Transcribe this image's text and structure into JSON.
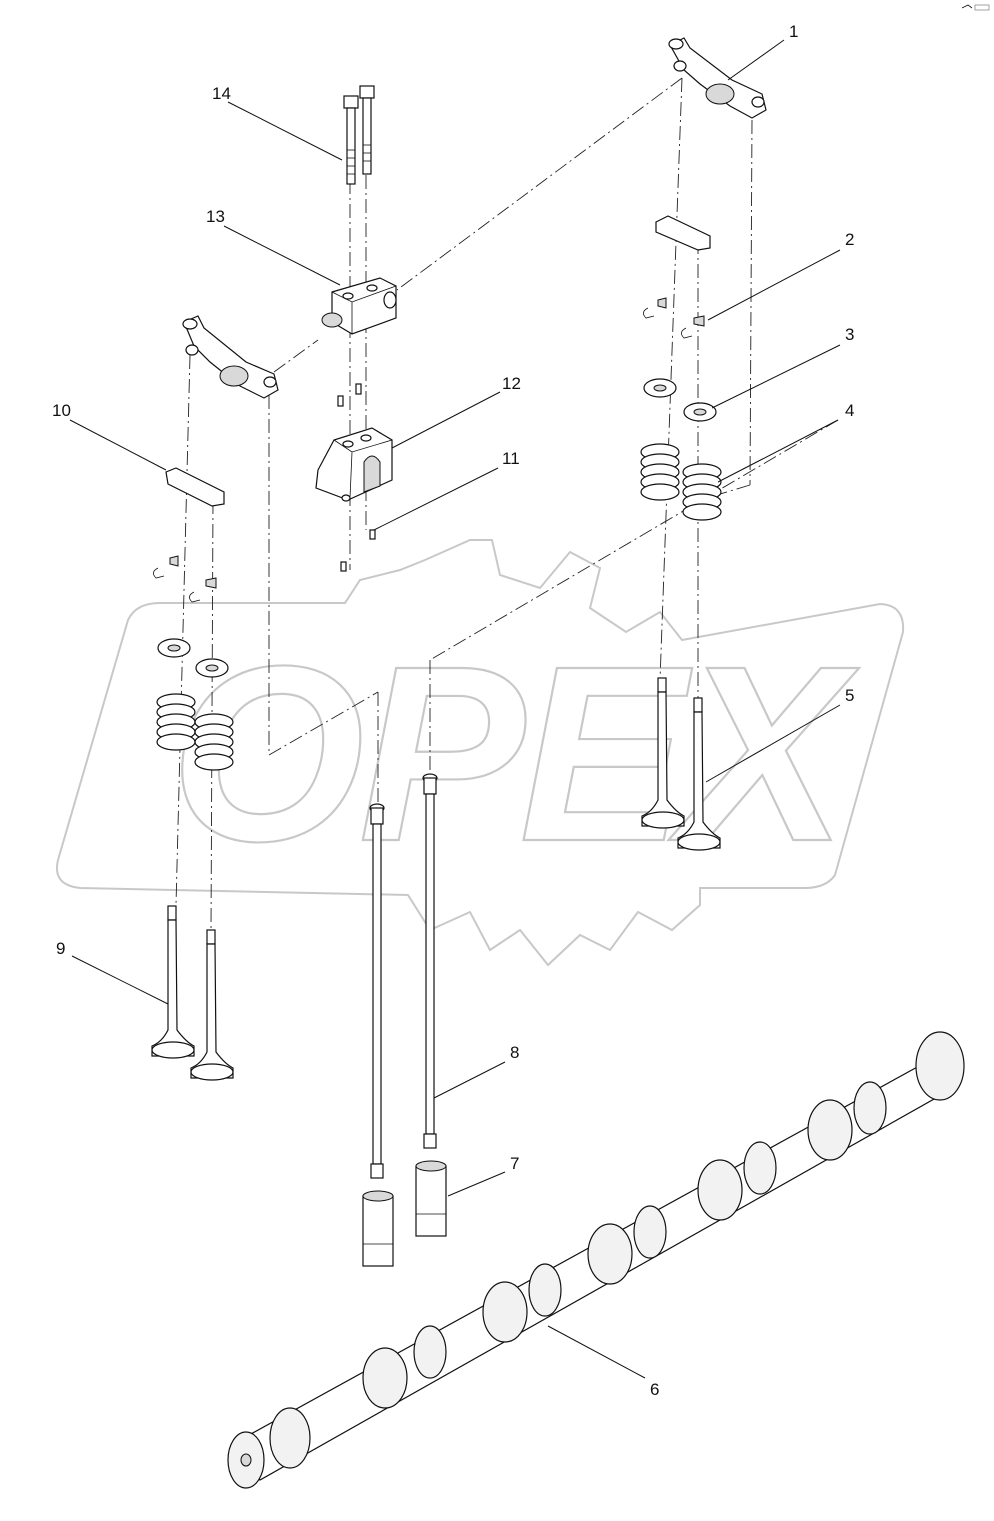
{
  "watermark": {
    "text": "OPEX"
  },
  "callouts": [
    {
      "id": "1",
      "label": "1"
    },
    {
      "id": "2",
      "label": "2"
    },
    {
      "id": "3",
      "label": "3"
    },
    {
      "id": "4",
      "label": "4"
    },
    {
      "id": "5",
      "label": "5"
    },
    {
      "id": "6",
      "label": "6"
    },
    {
      "id": "7",
      "label": "7"
    },
    {
      "id": "8",
      "label": "8"
    },
    {
      "id": "9",
      "label": "9"
    },
    {
      "id": "10",
      "label": "10"
    },
    {
      "id": "11",
      "label": "11"
    },
    {
      "id": "12",
      "label": "12"
    },
    {
      "id": "13",
      "label": "13"
    },
    {
      "id": "14",
      "label": "14"
    }
  ]
}
